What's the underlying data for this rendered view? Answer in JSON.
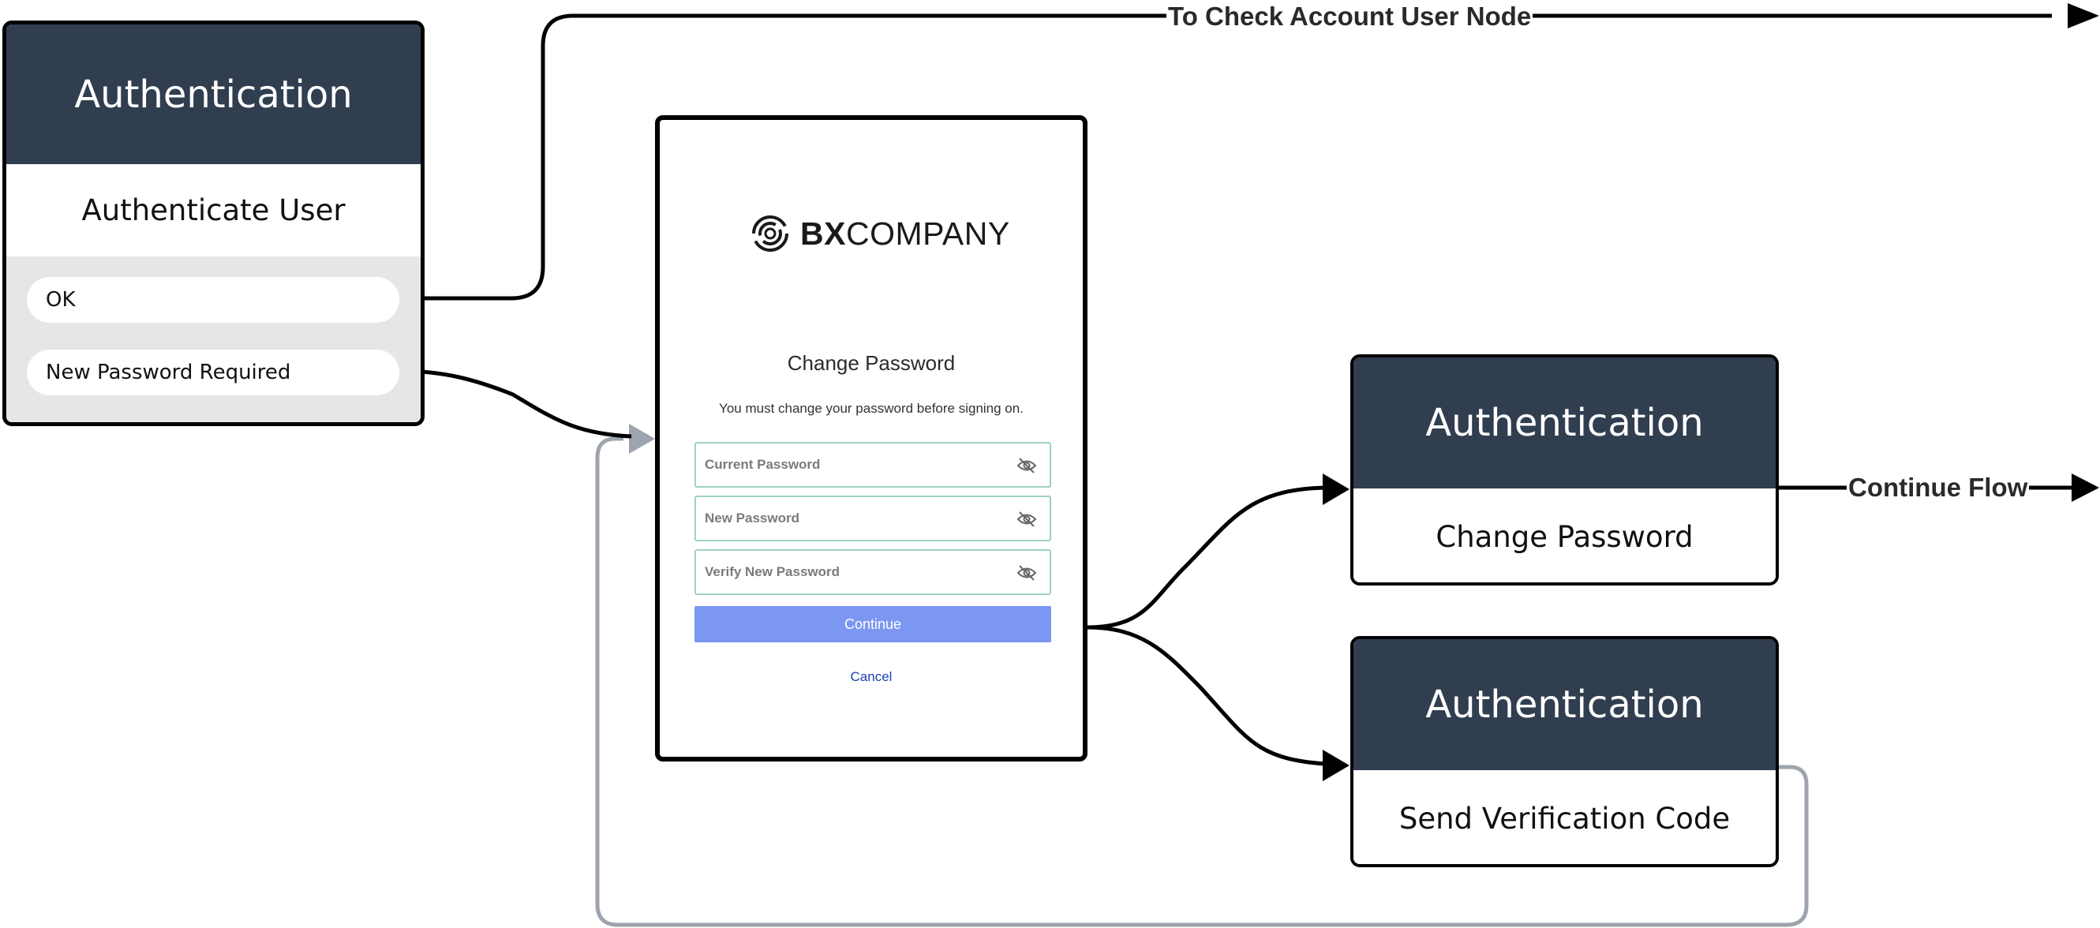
{
  "colors": {
    "node_header": "#313e50",
    "outcome_panel": "#e6e6e7",
    "loop_connector": "#9ea4ad",
    "continue_button": "#7b97f2",
    "cancel_link": "#1f3fb3",
    "field_border": "#9fcfc8"
  },
  "edges": {
    "ok_label": "To Check Account User Node",
    "change_password_label": "Continue Flow"
  },
  "authenticate_node": {
    "title": "Authentication",
    "subtitle": "Authenticate User",
    "outcomes": [
      "OK",
      "New Password Required"
    ]
  },
  "login_page": {
    "logo_bold": "BX",
    "logo_text": "COMPANY",
    "title": "Change Password",
    "subtitle": "You must change your password before signing on.",
    "fields": [
      {
        "placeholder": "Current Password"
      },
      {
        "placeholder": "New Password"
      },
      {
        "placeholder": "Verify New Password"
      }
    ],
    "continue_label": "Continue",
    "cancel_label": "Cancel"
  },
  "change_password_node": {
    "title": "Authentication",
    "subtitle": "Change Password"
  },
  "send_code_node": {
    "title": "Authentication",
    "subtitle": "Send Verification Code"
  }
}
